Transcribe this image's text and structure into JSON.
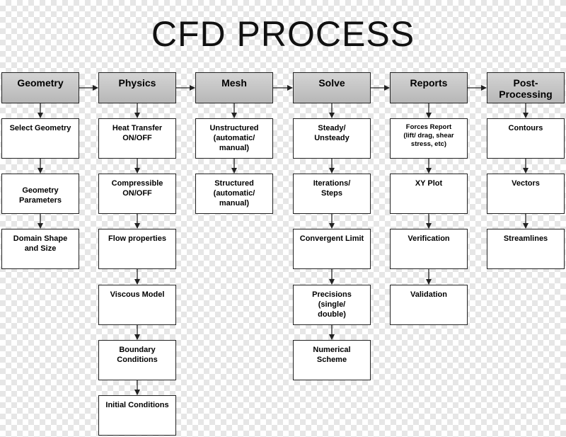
{
  "title": "CFD PROCESS",
  "columns": [
    {
      "header": "Geometry",
      "items": [
        "Select Geometry",
        "Geometry\nParameters",
        "Domain Shape\nand Size"
      ]
    },
    {
      "header": "Physics",
      "items": [
        "Heat Transfer\nON/OFF",
        "Compressible\nON/OFF",
        "Flow properties",
        "Viscous Model",
        "Boundary\nConditions",
        "Initial Conditions"
      ]
    },
    {
      "header": "Mesh",
      "items": [
        "Unstructured\n(automatic/\nmanual)",
        "Structured\n(automatic/\nmanual)"
      ]
    },
    {
      "header": "Solve",
      "items": [
        "Steady/\nUnsteady",
        "Iterations/\nSteps",
        "Convergent Limit",
        "Precisions\n(single/\ndouble)",
        "Numerical\nScheme"
      ]
    },
    {
      "header": "Reports",
      "items": [
        "Forces Report\n(lift/ drag, shear\nstress, etc)",
        "XY Plot",
        "Verification",
        "Validation"
      ]
    },
    {
      "header": "Post-\nProcessing",
      "items": [
        "Contours",
        "Vectors",
        "Streamlines"
      ]
    }
  ]
}
